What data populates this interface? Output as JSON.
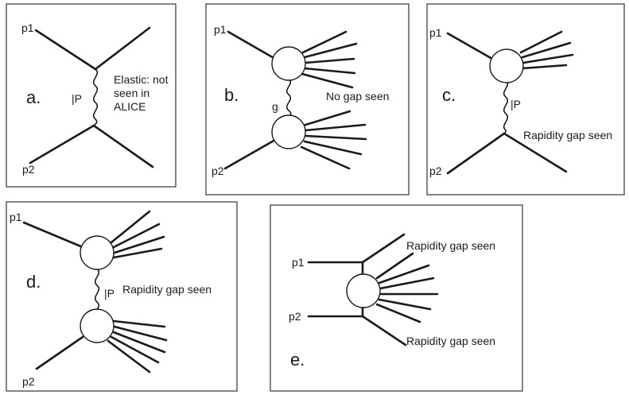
{
  "panels": [
    {
      "letter": "a.",
      "labels": {
        "p1": "p1",
        "p2": "p2",
        "exchange": "|P"
      },
      "notes": [
        "Elastic: not",
        "seen in",
        "ALICE"
      ]
    },
    {
      "letter": "b.",
      "labels": {
        "p1": "p1",
        "p2": "p2",
        "exchange": "g"
      },
      "notes": [
        "No gap seen"
      ]
    },
    {
      "letter": "c.",
      "labels": {
        "p1": "p1",
        "p2": "p2",
        "exchange": "|P"
      },
      "notes": [
        "Rapidity gap seen"
      ]
    },
    {
      "letter": "d.",
      "labels": {
        "p1": "p1",
        "p2": "p2",
        "exchange": "|P"
      },
      "notes": [
        "Rapidity gap seen"
      ]
    },
    {
      "letter": "e.",
      "labels": {
        "p1": "p1",
        "p2": "p2"
      },
      "notes": [
        "Rapidity gap seen",
        "Rapidity gap seen"
      ]
    }
  ]
}
